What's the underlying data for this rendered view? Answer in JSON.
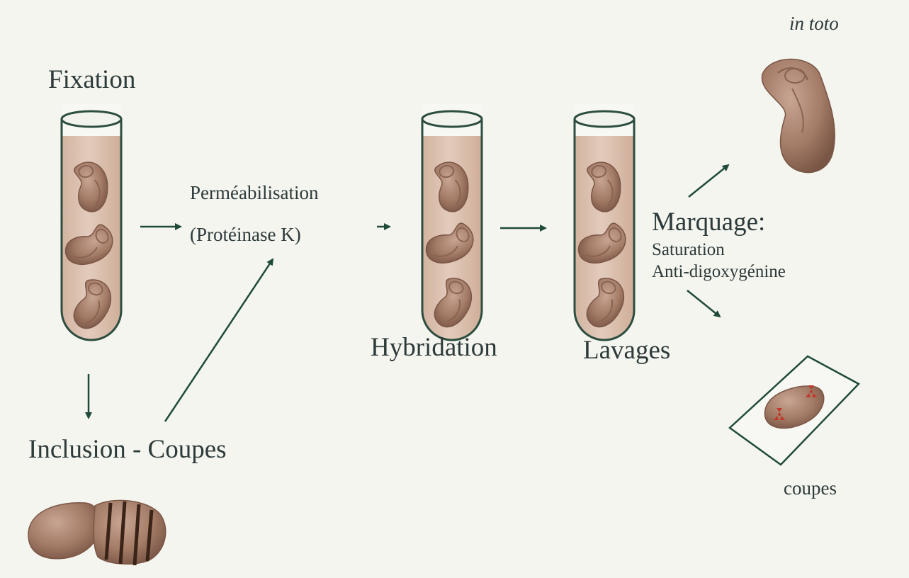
{
  "labels": {
    "in_toto": "in toto",
    "fixation": "Fixation",
    "permeabilisation": "Perméabilisation",
    "proteinase": "(Protéinase K)",
    "hybridation": "Hybridation",
    "lavages": "Lavages",
    "marquage": "Marquage:",
    "saturation": "Saturation",
    "anti_dig": "Anti-digoxygénine",
    "inclusion": "Inclusion - Coupes",
    "coupes": "coupes"
  },
  "colors": {
    "background": "#f4f5ef",
    "text": "#2d3a3a",
    "arrow": "#1f4a3a",
    "tube_outline": "#2c4d3f",
    "tube_fluid": "#d8bba8",
    "embryo": "#a9826d",
    "embryo_dark": "#7a5646",
    "signal_marker": "#c0392b"
  },
  "icons": {
    "tube": "test-tube-icon",
    "embryo": "embryo-icon",
    "slide": "glass-slide-icon",
    "signal": "radioactive-marker-icon"
  }
}
